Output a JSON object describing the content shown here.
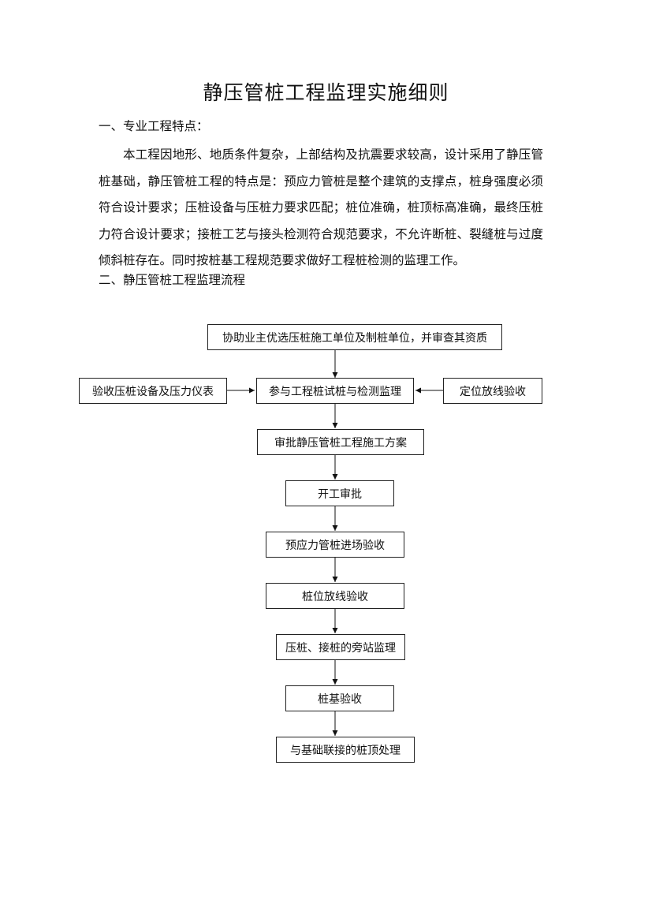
{
  "document": {
    "title": "静压管桩工程监理实施细则",
    "section1_heading": "一、专业工程特点：",
    "section1_paragraph": "本工程因地形、地质条件复杂，上部结构及抗震要求较高，设计采用了静压管桩基础，静压管桩工程的特点是：预应力管桩是整个建筑的支撑点，桩身强度必须符合设计要求；压桩设备与压桩力要求匹配；桩位准确，桩顶标高准确，最终压桩力符合设计要求；接桩工艺与接头检测符合规范要求，不允许断桩、裂缝桩与过度倾斜桩存在。同时按桩基工程规范要求做好工程桩检测的监理工作。",
    "section2_heading": "二、静压管桩工程监理流程"
  },
  "flowchart": {
    "steps": [
      "协助业主优选压桩施工单位及制桩单位，并审查其资质",
      "参与工程桩试桩与检测监理",
      "审批静压管桩工程施工方案",
      "开工审批",
      "预应力管桩进场验收",
      "桩位放线验收",
      "压桩、接桩的旁站监理",
      "桩基验收",
      "与基础联接的桩顶处理"
    ],
    "side_left": "验收压桩设备及压力仪表",
    "side_right": "定位放线验收"
  }
}
